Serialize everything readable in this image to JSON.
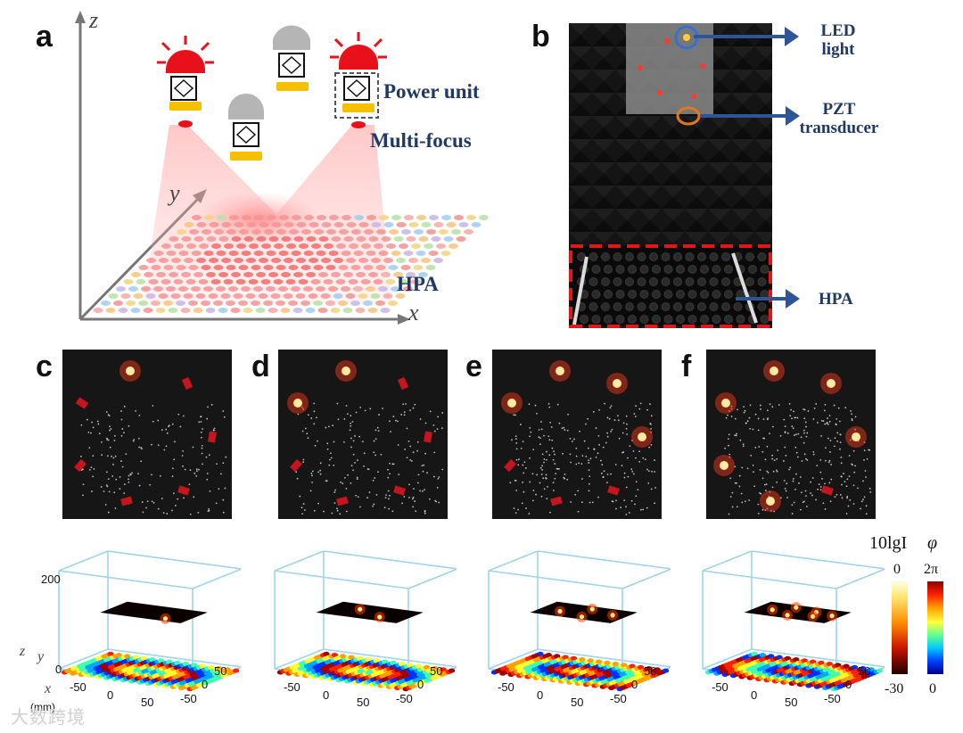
{
  "panels": {
    "a": {
      "letter": "a",
      "labels": {
        "power_unit": "Power unit",
        "multi_focus": "Multi-focus",
        "hpa": "HPA"
      },
      "axes": {
        "x": "x",
        "y": "y",
        "z": "z"
      }
    },
    "b": {
      "letter": "b",
      "labels": {
        "led_line1": "LED",
        "led_line2": "light",
        "pzt_line1": "PZT",
        "pzt_line2": "transducer",
        "hpa": "HPA"
      }
    },
    "c": {
      "letter": "c"
    },
    "d": {
      "letter": "d"
    },
    "e": {
      "letter": "e"
    },
    "f": {
      "letter": "f"
    }
  },
  "plots3d": {
    "z_tick": "200",
    "z_zero": "0",
    "x_ticks": [
      "-50",
      "0",
      "50"
    ],
    "y_ticks": [
      "50",
      "0",
      "-50"
    ],
    "axis_labels": {
      "x": "x",
      "y": "y",
      "z": "z",
      "unit": "(mm)"
    }
  },
  "colorbars": {
    "intensity": {
      "label": "10lgI",
      "max": "0",
      "min": "-30"
    },
    "phase": {
      "label": "φ",
      "max": "2π",
      "min": "0"
    }
  },
  "watermark": "大数跨境",
  "colors": {
    "label_blue": "#1f3864",
    "arrow_blue": "#2e5597",
    "led_red": "#e8101a",
    "box_blue": "#9fd3ee"
  }
}
